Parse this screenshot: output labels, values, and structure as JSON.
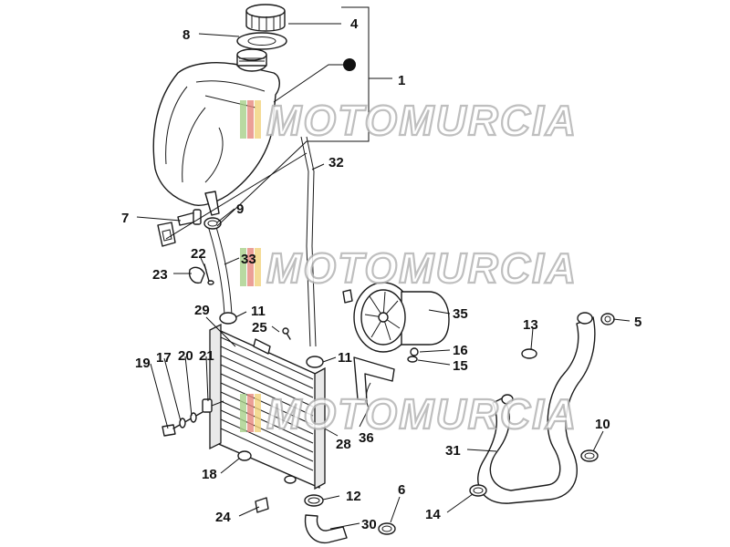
{
  "callouts": [
    "1",
    "4",
    "8",
    "32",
    "7",
    "9",
    "22",
    "23",
    "33",
    "29",
    "11",
    "25",
    "35",
    "13",
    "5",
    "19",
    "17",
    "20",
    "21",
    "11",
    "16",
    "15",
    "10",
    "31",
    "28",
    "36",
    "18",
    "12",
    "6",
    "24",
    "30",
    "14"
  ],
  "watermark": "MOTOMURCIA",
  "colors": {
    "line": "#1a1a1a",
    "watermark_outline": "#b4b4b4",
    "stripe_green": "#a7d08a",
    "stripe_red": "#e6877d",
    "stripe_yellow": "#f1d27a"
  }
}
